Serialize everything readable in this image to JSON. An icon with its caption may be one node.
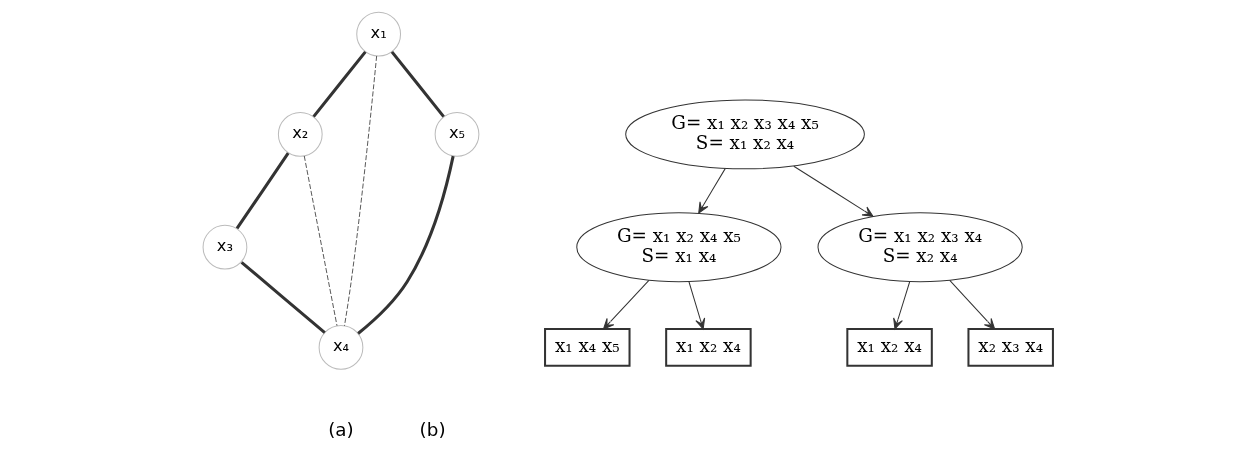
{
  "diagram": {
    "nodes": [
      {
        "text": [
          "x₁"
        ]
      },
      {
        "text": [
          "x₂"
        ]
      },
      {
        "text": [
          "x₃"
        ]
      },
      {
        "text": [
          "x₄"
        ]
      },
      {
        "text": [
          "x₅"
        ]
      },
      {
        "text": [
          "G= x₁ x₂ x₃ x₄ x₅",
          "S= x₁ x₂ x₄"
        ]
      },
      {
        "text": [
          "G= x₁ x₂ x₄ x₅",
          "S= x₁ x₄"
        ]
      },
      {
        "text": [
          "G= x₁ x₂ x₃ x₄",
          "S= x₂ x₄"
        ]
      },
      {
        "text": [
          "x₁ x₄ x₅"
        ]
      },
      {
        "text": [
          "x₁ x₂ x₄"
        ]
      },
      {
        "text": [
          "x₁ x₂ x₄"
        ]
      },
      {
        "text": [
          "x₂ x₃ x₄"
        ]
      }
    ],
    "edges": [
      {
        "from": 0,
        "to": 1,
        "arrow": "none",
        "style": "thick"
      },
      {
        "from": 1,
        "to": 2,
        "arrow": "none",
        "style": "thick"
      },
      {
        "from": 0,
        "to": 4,
        "arrow": "none",
        "style": "thick"
      },
      {
        "from": 0,
        "to": 3,
        "arrow": "none",
        "style": "dashed"
      },
      {
        "from": 1,
        "to": 3,
        "arrow": "none",
        "style": "dashed"
      },
      {
        "from": 2,
        "to": 3,
        "arrow": "none",
        "style": "thick"
      },
      {
        "from": 4,
        "to": 3,
        "arrow": "none",
        "style": "thick"
      },
      {
        "from": 5,
        "to": 6,
        "arrow": "to"
      },
      {
        "from": 5,
        "to": 7,
        "arrow": "to"
      },
      {
        "from": 6,
        "to": 8,
        "arrow": "to"
      },
      {
        "from": 6,
        "to": 9,
        "arrow": "to"
      },
      {
        "from": 7,
        "to": 10,
        "arrow": "to"
      },
      {
        "from": 7,
        "to": 11,
        "arrow": "to"
      }
    ],
    "labels": [
      "(a)",
      "(b)"
    ]
  }
}
